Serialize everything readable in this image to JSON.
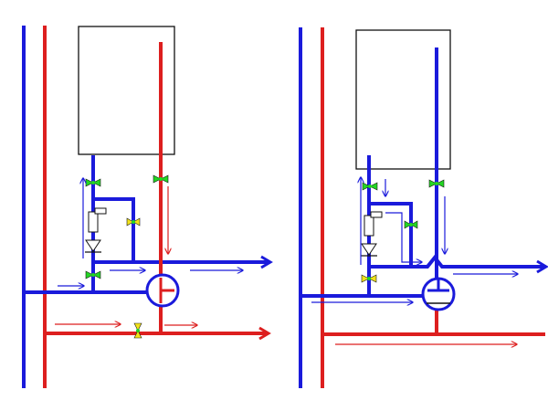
{
  "colors": {
    "cold_pipe": "#1a1adb",
    "hot_pipe": "#dd1f1f",
    "open_valve": "#23d623",
    "closed_valve": "#f2e21a",
    "background": "#ffffff"
  },
  "schemes": [
    {
      "id": "left",
      "boiler": {
        "icon": "boiler-box"
      },
      "valves": [
        "open-valve",
        "open-valve",
        "closed-valve",
        "open-valve",
        "closed-valve"
      ],
      "components": [
        "filter-icon",
        "check-valve-icon",
        "three-way-valve-icon"
      ]
    },
    {
      "id": "right",
      "boiler": {
        "icon": "boiler-box"
      },
      "valves": [
        "open-valve",
        "open-valve",
        "open-valve",
        "closed-valve"
      ],
      "components": [
        "filter-icon",
        "check-valve-icon",
        "three-way-valve-icon"
      ]
    }
  ]
}
